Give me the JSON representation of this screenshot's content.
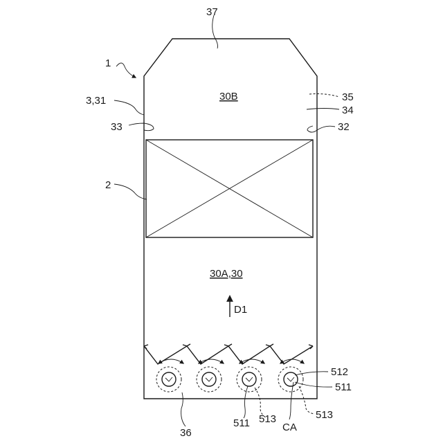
{
  "labels": {
    "ref_37": "37",
    "ref_1": "1",
    "ref_3_31": "3,31",
    "ref_30B": "30B",
    "ref_35": "35",
    "ref_34": "34",
    "ref_33": "33",
    "ref_32": "32",
    "ref_2": "2",
    "ref_30A_30": "30A,30",
    "ref_D1": "D1",
    "ref_512": "512",
    "ref_511_right": "511",
    "ref_511_bottom": "511",
    "ref_513_mid": "513",
    "ref_513_right": "513",
    "ref_CA": "CA",
    "ref_36": "36"
  }
}
